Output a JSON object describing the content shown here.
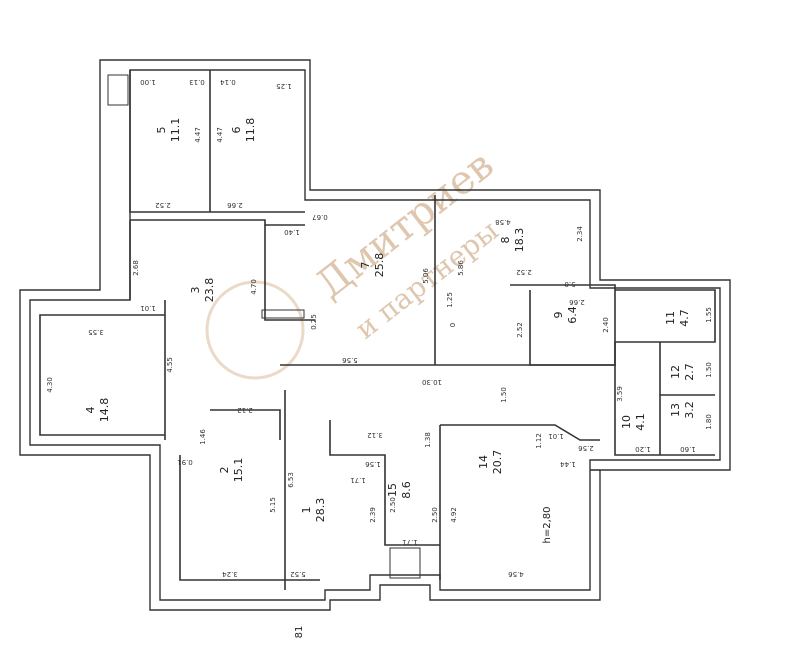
{
  "rooms": [
    {
      "id": "room-5",
      "number": "5",
      "area": "11.1"
    },
    {
      "id": "room-6",
      "number": "6",
      "area": "11.8"
    },
    {
      "id": "room-3",
      "number": "3",
      "area": "23.8"
    },
    {
      "id": "room-8",
      "number": "8",
      "area": "18.3"
    },
    {
      "id": "room-7",
      "number": "7",
      "area": "25.8"
    },
    {
      "id": "room-4",
      "number": "4",
      "area": "14.8"
    },
    {
      "id": "room-9",
      "number": "9",
      "area": "6.4"
    },
    {
      "id": "room-11",
      "number": "11",
      "area": "4.7"
    },
    {
      "id": "room-12",
      "number": "12",
      "area": "2.7"
    },
    {
      "id": "room-13",
      "number": "13",
      "area": "3.2"
    },
    {
      "id": "room-10",
      "number": "10",
      "area": "4.1"
    },
    {
      "id": "room-2",
      "number": "2",
      "area": "15.1"
    },
    {
      "id": "room-1",
      "number": "1",
      "area": "28.3"
    },
    {
      "id": "room-15",
      "number": "15",
      "area": "8.6"
    },
    {
      "id": "room-14",
      "number": "14",
      "area": "20.7"
    }
  ],
  "dimensions": [
    "1.00",
    "0.13",
    "0.14",
    "1.25",
    "4.47",
    "4.47",
    "2.52",
    "2.66",
    "0.67",
    "1.40",
    "2.68",
    "4.70",
    "1.01",
    "0.25",
    "5.56",
    "5.06",
    "1.25",
    "5.86",
    "0",
    "4.58",
    "2.34",
    "2.52",
    "5.0",
    "2.66",
    "2.40",
    "2.52",
    "1.55",
    "3.59",
    "1.20",
    "1.50",
    "1.80",
    "1.60",
    "1.01",
    "2.56",
    "3.55",
    "4.30",
    "4.55",
    "10.30",
    "1.50",
    "2.12",
    "1.46",
    "6.53",
    "5.15",
    "3.24",
    "5.52",
    "1.38",
    "3.12",
    "1.56",
    "1.71",
    "2.39",
    "2.50",
    "2.50",
    "1.12",
    "1.44",
    "4.92",
    "4.56",
    "1.71",
    "0.91"
  ],
  "ceiling_height": "h=2,80",
  "bottom_mark": "81",
  "watermark": {
    "line1": "Дмитриев",
    "line2": "и партнеры"
  }
}
